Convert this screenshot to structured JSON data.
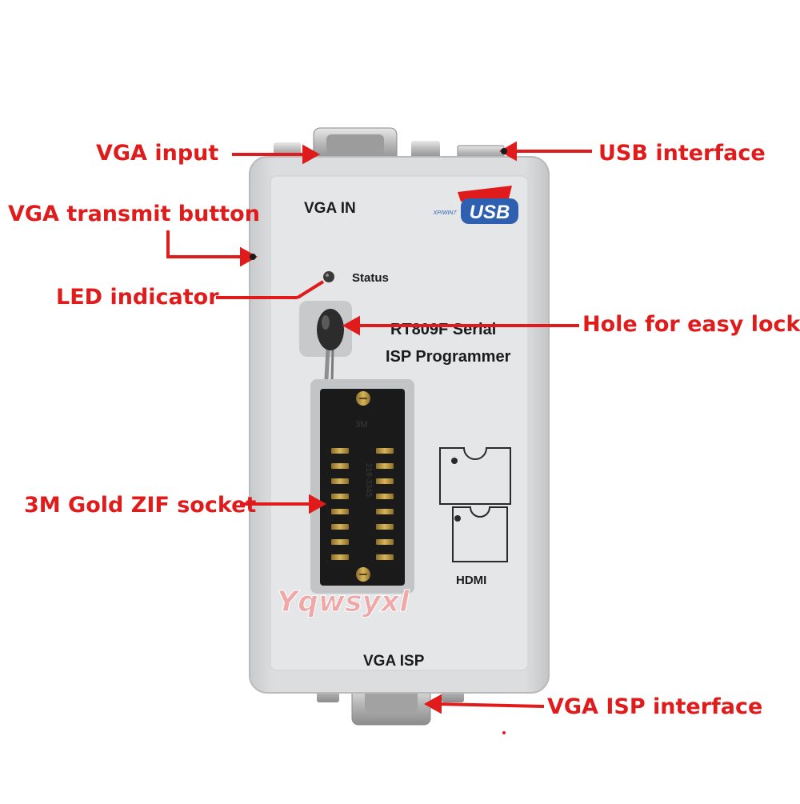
{
  "labels": {
    "vga_input": "VGA input",
    "usb_interface": "USB interface",
    "vga_transmit_button": "VGA transmit button",
    "led_indicator": "LED indicator",
    "hole_easy_lock": "Hole for easy lock",
    "zif_socket": "3M Gold ZIF socket",
    "vga_isp_interface": "VGA ISP interface"
  },
  "device": {
    "vga_in": "VGA IN",
    "status": "Status",
    "model_line1": "RT809F Serial",
    "model_line2": "ISP Programmer",
    "hdmi": "HDMI",
    "vga_isp": "VGA ISP",
    "usb_logo": "USB",
    "usb_logo_small": "XP/WIN7",
    "socket_brand": "3M",
    "socket_part": "218-3345"
  },
  "watermark": "Yqwsyxl",
  "colors": {
    "annotation": "#e01b1b",
    "case": "#d9dadc",
    "panel": "#e5e6e7",
    "socket": "#1a1a1a",
    "usb_blue": "#2f5fb0"
  }
}
